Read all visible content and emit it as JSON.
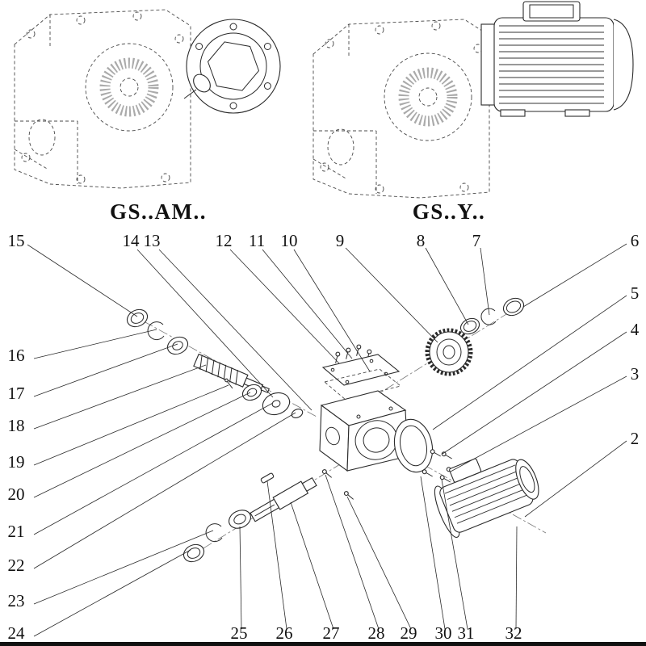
{
  "titles": {
    "left": "GS..AM..",
    "right": "GS..Y.."
  },
  "colors": {
    "ink": "#1a1a1a",
    "background": "#ffffff"
  },
  "callouts": {
    "n2": "2",
    "n3": "3",
    "n4": "4",
    "n5": "5",
    "n6": "6",
    "n7": "7",
    "n8": "8",
    "n9": "9",
    "n10": "10",
    "n11": "11",
    "n12": "12",
    "n13": "13",
    "n14": "14",
    "n15": "15",
    "n16": "16",
    "n17": "17",
    "n18": "18",
    "n19": "19",
    "n20": "20",
    "n21": "21",
    "n22": "22",
    "n23": "23",
    "n24": "24",
    "n25": "25",
    "n26": "26",
    "n27": "27",
    "n28": "28",
    "n29": "29",
    "n30": "30",
    "n31": "31",
    "n32": "32"
  }
}
